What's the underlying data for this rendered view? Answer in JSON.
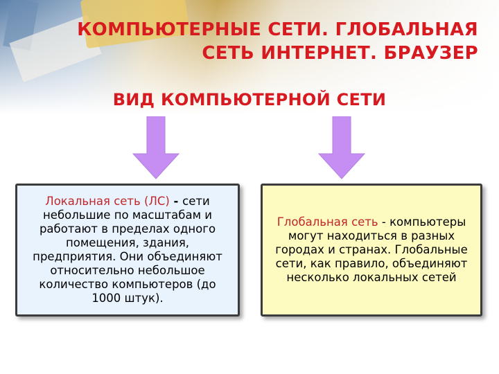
{
  "title": "КОМПЬЮТЕРНЫЕ СЕТИ. ГЛОБАЛЬНАЯ СЕТЬ ИНТЕРНЕТ. БРАУЗЕР",
  "title_line1": "КОМПЬЮТЕРНЫЕ СЕТИ. ГЛОБАЛЬНАЯ",
  "title_line2": "СЕТЬ ИНТЕРНЕТ. БРАУЗЕР",
  "subtitle": "ВИД КОМПЬЮТЕРНОЙ СЕТИ",
  "colors": {
    "heading": "#d71920",
    "term": "#c0272d",
    "arrow": "#c68ef2",
    "local_box": "#e8f3fd",
    "global_box": "#fdfbbf",
    "box_border": "#3b3b3b"
  },
  "local": {
    "term": "Локальная сеть (ЛС)",
    "separator": " - ",
    "description": "сети небольшие по масштабам и работают в пределах одного помещения, здания, предприятия. Они объединяют относительно небольшое количество компьютеров (до 1000 штук)."
  },
  "global": {
    "term": "Глобальная сеть",
    "separator": " - ",
    "description": "компьютеры могут находиться в разных городах и странах. Глобальные сети, как правило, объединяют несколько локальных сетей"
  }
}
